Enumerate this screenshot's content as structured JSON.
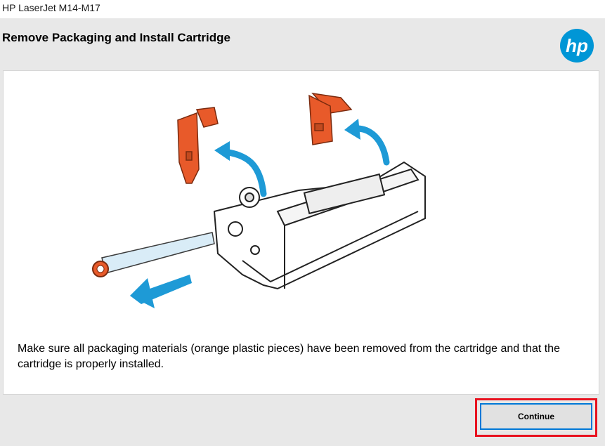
{
  "window": {
    "title": "HP LaserJet M14-M17"
  },
  "header": {
    "title": "Remove Packaging and Install Cartridge",
    "logo_text": "hp"
  },
  "content": {
    "illustration": "cartridge-packaging-removal-illustration",
    "instruction": "Make sure all packaging materials (orange plastic pieces) have been removed from the cartridge and that the cartridge is properly installed."
  },
  "footer": {
    "continue_label": "Continue"
  },
  "colors": {
    "brand_blue": "#0096d6",
    "arrow_blue": "#1e9ad6",
    "packaging_orange": "#e85a2a",
    "highlight_red": "#e8121f",
    "focus_blue": "#0078d7"
  }
}
